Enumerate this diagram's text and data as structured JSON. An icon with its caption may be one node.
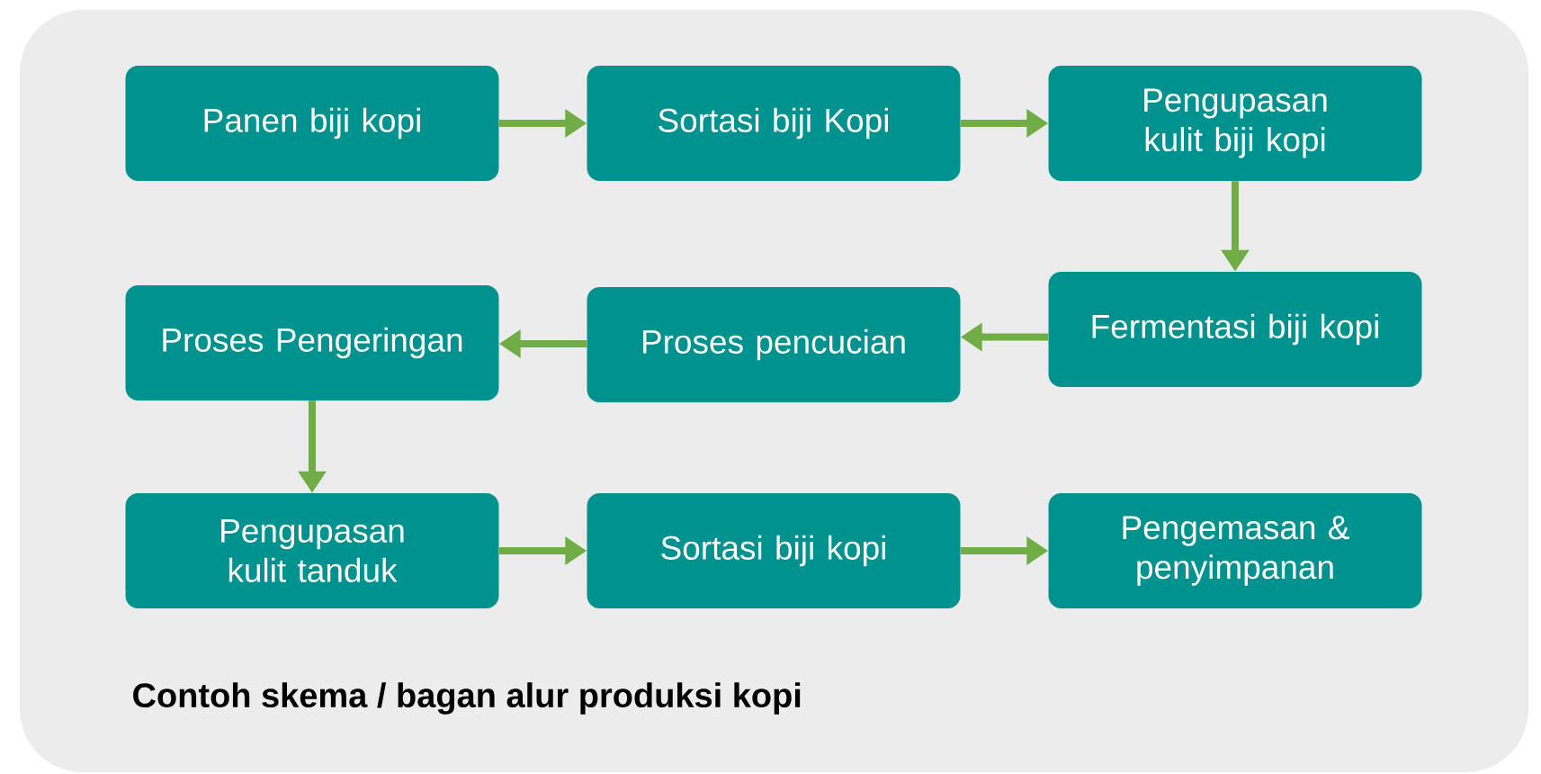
{
  "diagram": {
    "caption": "Contoh skema / bagan alur produksi kopi",
    "nodes": [
      {
        "text": [
          "Panen biji kopi"
        ]
      },
      {
        "text": [
          "Sortasi biji Kopi"
        ]
      },
      {
        "text": [
          "Pengupasan kulit biji kopi"
        ]
      },
      {
        "text": [
          "Proses Pengeringan"
        ]
      },
      {
        "text": [
          "Proses pencucian"
        ]
      },
      {
        "text": [
          "Fermentasi biji kopi"
        ]
      },
      {
        "text": [
          "Pengupasan kulit tanduk"
        ]
      },
      {
        "text": [
          "Sortasi biji kopi"
        ]
      },
      {
        "text": [
          "Pengemasan & penyimpanan"
        ]
      }
    ],
    "edges": [
      {
        "from": 0,
        "to": 1,
        "arrow": "to"
      },
      {
        "from": 1,
        "to": 2,
        "arrow": "to"
      },
      {
        "from": 2,
        "to": 5,
        "arrow": "to"
      },
      {
        "from": 5,
        "to": 4,
        "arrow": "to"
      },
      {
        "from": 4,
        "to": 3,
        "arrow": "to"
      },
      {
        "from": 3,
        "to": 6,
        "arrow": "to"
      },
      {
        "from": 6,
        "to": 7,
        "arrow": "to"
      },
      {
        "from": 7,
        "to": 8,
        "arrow": "to"
      }
    ]
  }
}
